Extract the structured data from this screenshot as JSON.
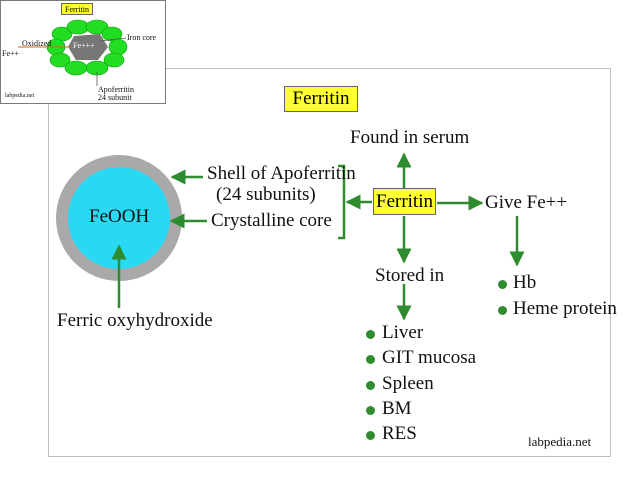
{
  "colors": {
    "arrow": "#2e8b2e",
    "shell": "#a9a9a9",
    "core": "#29d8f2",
    "highlight": "#ffff33",
    "inset_green": "#22dd22",
    "inset_core": "#777777",
    "inset_line": "#d2691e"
  },
  "inset": {
    "title": "Ferritin",
    "fe_center": "Fe+++",
    "iron_core": "Iron core",
    "oxidized": "Oxidized",
    "fe_in": "Fe++",
    "apoferritin_1": "Apoferritin",
    "apoferritin_2": "24 subunit",
    "credit": "labpedia.net"
  },
  "main": {
    "title": "Ferritin",
    "core_label": "FeOOH",
    "shell_label_1": "Shell of Apoferritin",
    "shell_label_2": "(24 subunits)",
    "crystalline": "Crystalline core",
    "ferric": "Ferric oxyhydroxide",
    "center_box": "Ferritin",
    "found": "Found in serum",
    "give": "Give Fe++",
    "stored": "Stored in",
    "stored_items": [
      "Liver",
      "GIT mucosa",
      "Spleen",
      "BM",
      "RES"
    ],
    "give_items": [
      "Hb",
      "Heme protein"
    ],
    "credit": "labpedia.net"
  }
}
